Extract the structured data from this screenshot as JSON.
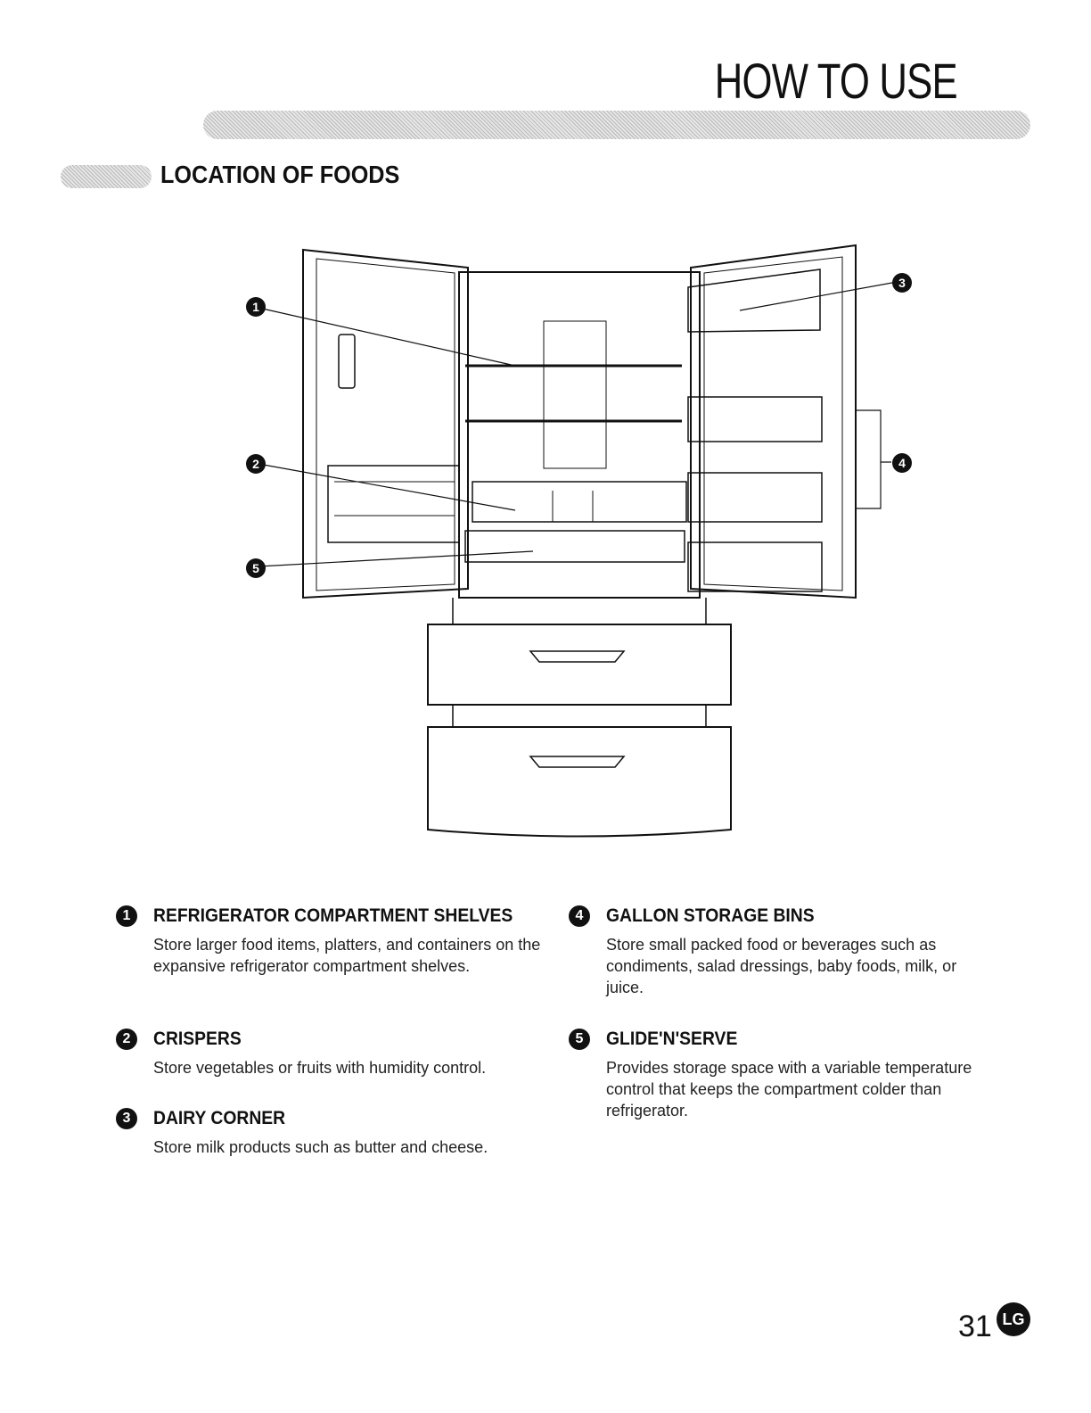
{
  "header": {
    "title": "HOW TO USE"
  },
  "section": {
    "title": "LOCATION OF FOODS"
  },
  "diagram": {
    "callouts": [
      "1",
      "2",
      "3",
      "4",
      "5"
    ]
  },
  "items": [
    {
      "num": "1",
      "title": "REFRIGERATOR COMPARTMENT SHELVES",
      "desc": "Store larger food items, platters, and containers on the expansive refrigerator compartment shelves."
    },
    {
      "num": "2",
      "title": "CRISPERS",
      "desc": "Store vegetables or fruits with humidity control."
    },
    {
      "num": "3",
      "title": "DAIRY CORNER",
      "desc": "Store milk products such as butter and cheese."
    },
    {
      "num": "4",
      "title": "GALLON STORAGE BINS",
      "desc": "Store small packed food or beverages such as condiments, salad dressings, baby foods, milk, or juice."
    },
    {
      "num": "5",
      "title": "GLIDE'N'SERVE",
      "desc": "Provides storage space with a variable temperature control that keeps the compartment colder than refrigerator."
    }
  ],
  "footer": {
    "page_number": "31",
    "logo": "LG"
  }
}
